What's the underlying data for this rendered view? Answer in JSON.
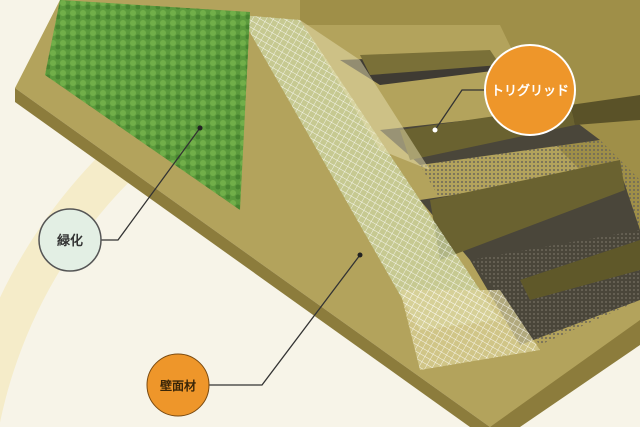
{
  "labels": {
    "greening": "緑化",
    "wall_material": "壁面材",
    "trigrid": "トリグリッド"
  },
  "colors": {
    "background": "#f7f4e8",
    "slab_top": "#b3a35c",
    "slab_side": "#8c7c3c",
    "grass": "#5b9a3c",
    "step": "#6a6230",
    "geogrid": "#4a463a",
    "orange": "#ee962a",
    "mint": "#e3efe4"
  }
}
